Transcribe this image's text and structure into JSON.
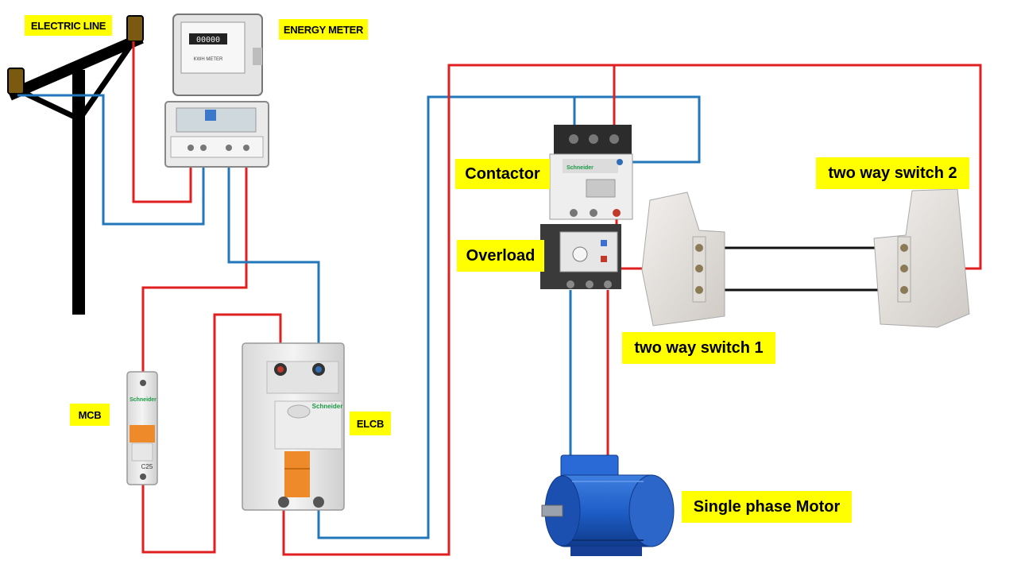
{
  "labels": {
    "electric_line": "ELECTRIC LINE",
    "energy_meter": "ENERGY METER",
    "mcb": "MCB",
    "elcb": "ELCB",
    "contactor": "Contactor",
    "overload": "Overload",
    "two_way_switch_1": "two way switch 1",
    "two_way_switch_2": "two way switch 2",
    "single_phase_motor": "Single phase Motor"
  },
  "devices": {
    "meter_display": "00000",
    "meter_type": "KWH METER",
    "mcb_brand": "Schneider",
    "mcb_rating": "C25",
    "elcb_brand": "Schneider",
    "contactor_brand": "Schneider"
  },
  "colors": {
    "live_wire": "#e02020",
    "neutral_wire": "#2277bb",
    "switch_link_wire": "#111111",
    "label_bg": "#ffff00"
  }
}
